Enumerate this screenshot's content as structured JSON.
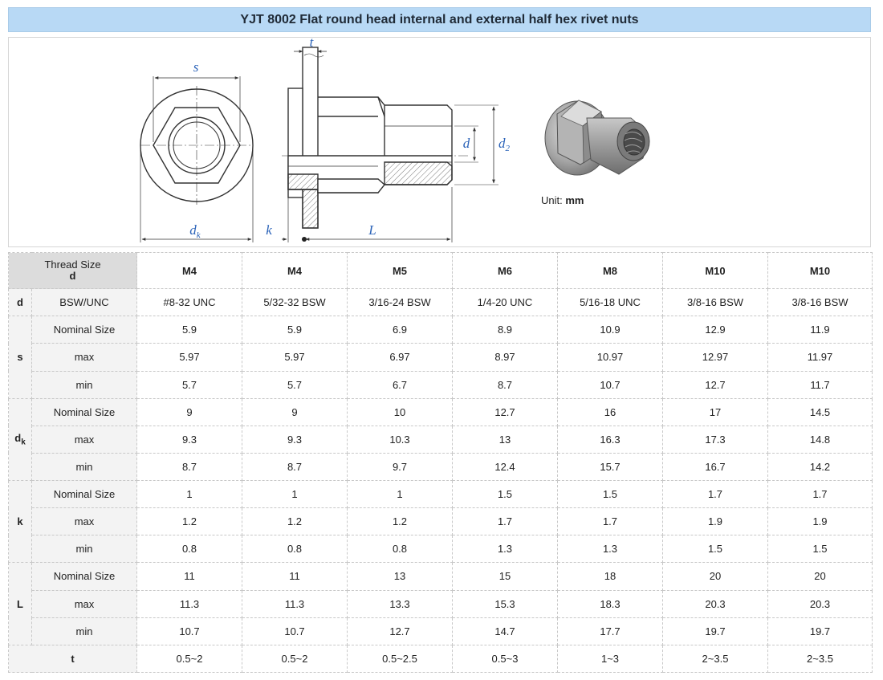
{
  "title": "YJT 8002 Flat round head internal and external half hex rivet nuts",
  "figure": {
    "labels": {
      "s": "s",
      "t": "t",
      "d": "d",
      "d2": "d",
      "d2_sub": "2",
      "dk": "d",
      "dk_sub": "k",
      "k": "k",
      "L": "L"
    },
    "unit_prefix": "Unit:",
    "unit_value": "mm",
    "colors": {
      "dimension_text": "#2a62b8",
      "line": "#333333",
      "nut_body": "#9a9a9a"
    }
  },
  "table": {
    "corner_label": "Thread Size",
    "corner_symbol": "d",
    "sizes": [
      "M4",
      "M4",
      "M5",
      "M6",
      "M8",
      "M10",
      "M10"
    ],
    "thread_row": {
      "group": "d",
      "label": "BSW/UNC",
      "values": [
        "#8-32 UNC",
        "5/32-32 BSW",
        "3/16-24 BSW",
        "1/4-20 UNC",
        "5/16-18 UNC",
        "3/8-16 BSW",
        "3/8-16 BSW"
      ]
    },
    "groups": [
      {
        "name": "s",
        "sub": "",
        "rows": [
          {
            "label": "Nominal Size",
            "values": [
              "5.9",
              "5.9",
              "6.9",
              "8.9",
              "10.9",
              "12.9",
              "11.9"
            ]
          },
          {
            "label": "max",
            "values": [
              "5.97",
              "5.97",
              "6.97",
              "8.97",
              "10.97",
              "12.97",
              "11.97"
            ]
          },
          {
            "label": "min",
            "values": [
              "5.7",
              "5.7",
              "6.7",
              "8.7",
              "10.7",
              "12.7",
              "11.7"
            ]
          }
        ]
      },
      {
        "name": "d",
        "sub": "k",
        "rows": [
          {
            "label": "Nominal Size",
            "values": [
              "9",
              "9",
              "10",
              "12.7",
              "16",
              "17",
              "14.5"
            ]
          },
          {
            "label": "max",
            "values": [
              "9.3",
              "9.3",
              "10.3",
              "13",
              "16.3",
              "17.3",
              "14.8"
            ]
          },
          {
            "label": "min",
            "values": [
              "8.7",
              "8.7",
              "9.7",
              "12.4",
              "15.7",
              "16.7",
              "14.2"
            ]
          }
        ]
      },
      {
        "name": "k",
        "sub": "",
        "rows": [
          {
            "label": "Nominal Size",
            "values": [
              "1",
              "1",
              "1",
              "1.5",
              "1.5",
              "1.7",
              "1.7"
            ]
          },
          {
            "label": "max",
            "values": [
              "1.2",
              "1.2",
              "1.2",
              "1.7",
              "1.7",
              "1.9",
              "1.9"
            ]
          },
          {
            "label": "min",
            "values": [
              "0.8",
              "0.8",
              "0.8",
              "1.3",
              "1.3",
              "1.5",
              "1.5"
            ]
          }
        ]
      },
      {
        "name": "L",
        "sub": "",
        "rows": [
          {
            "label": "Nominal Size",
            "values": [
              "11",
              "11",
              "13",
              "15",
              "18",
              "20",
              "20"
            ]
          },
          {
            "label": "max",
            "values": [
              "11.3",
              "11.3",
              "13.3",
              "15.3",
              "18.3",
              "20.3",
              "20.3"
            ]
          },
          {
            "label": "min",
            "values": [
              "10.7",
              "10.7",
              "12.7",
              "14.7",
              "17.7",
              "19.7",
              "19.7"
            ]
          }
        ]
      }
    ],
    "t_row": {
      "label": "t",
      "values": [
        "0.5~2",
        "0.5~2",
        "0.5~2.5",
        "0.5~3",
        "1~3",
        "2~3.5",
        "2~3.5"
      ]
    }
  }
}
